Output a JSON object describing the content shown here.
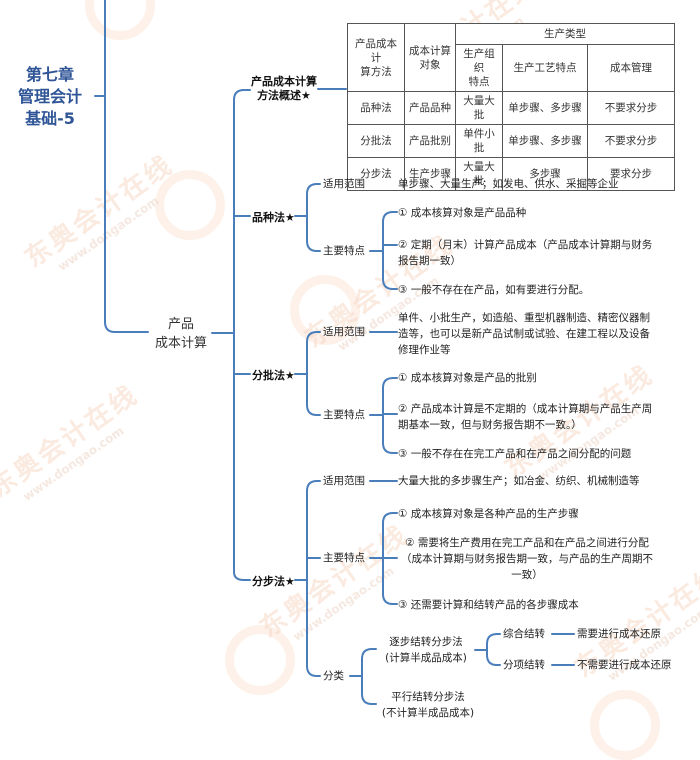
{
  "root": {
    "title_lines": [
      "第七章",
      "管理会计",
      "基础-5"
    ]
  },
  "topic": {
    "lines": [
      "产品",
      "成本计算"
    ]
  },
  "overview": {
    "label_lines": [
      "产品成本计算",
      "方法概述★"
    ],
    "table": {
      "header_group": "生产类型",
      "headers": [
        "产品成本计算方法",
        "成本计算对象",
        "生产组织特点",
        "生产工艺特点",
        "成本管理"
      ],
      "header_lines": {
        "method": [
          "产品成本计",
          "算方法"
        ],
        "object": [
          "成本计算",
          "对象"
        ],
        "org": [
          "生产组织",
          "特点"
        ]
      },
      "rows": [
        [
          "品种法",
          "产品品种",
          "大量大批",
          "单步骤、多步骤",
          "不要求分步"
        ],
        [
          "分批法",
          "产品批别",
          "单件小批",
          "单步骤、多步骤",
          "不要求分步"
        ],
        [
          "分步法",
          "生产步骤",
          "大量大批",
          "多步骤",
          "要求分步"
        ]
      ]
    }
  },
  "variety": {
    "label": "品种法★",
    "scope_label": "适用范围",
    "scope_text": "单步骤、大量生产；如发电、供水、采掘等企业",
    "features_label": "主要特点",
    "features": [
      "① 成本核算对象是产品品种",
      "② 定期（月末）计算产品成本（产品成本计算期与财务报告期一致）",
      "③ 一般不存在在产品，如有要进行分配。"
    ]
  },
  "batch": {
    "label": "分批法★",
    "scope_label": "适用范围",
    "scope_text": "单件、小批生产，如造船、重型机器制造、精密仪器制造等，也可以是新产品试制或试验、在建工程以及设备修理作业等",
    "features_label": "主要特点",
    "features": [
      "① 成本核算对象是产品的批别",
      "② 产品成本计算是不定期的（成本计算期与产品生产周期基本一致，但与财务报告期不一致。）",
      "③ 一般不存在在完工产品和在产品之间分配的问题"
    ]
  },
  "step": {
    "label": "分步法★",
    "scope_label": "适用范围",
    "scope_text": "大量大批的多步骤生产；如冶金、纺织、机械制造等",
    "features_label": "主要特点",
    "features": [
      "① 成本核算对象是各种产品的生产步骤",
      "② 需要将生产费用在完工产品和在产品之间进行分配（成本计算期与财务报告期一致，与产品的生产周期不一致）",
      "③ 还需要计算和结转产品的各步骤成本"
    ],
    "classification_label": "分类",
    "sequential": {
      "lines": [
        "逐步结转分步法",
        "(计算半成品成本)"
      ],
      "children": [
        {
          "label": "综合结转",
          "note": "需要进行成本还原"
        },
        {
          "label": "分项结转",
          "note": "不需要进行成本还原"
        }
      ]
    },
    "parallel": {
      "lines": [
        "平行结转分步法",
        "(不计算半成品成本)"
      ]
    }
  },
  "colors": {
    "line": "#4a7ebb",
    "root_text": "#2f5597",
    "watermark": "#f4c9a8"
  },
  "watermark": {
    "text": "东奥会计在线",
    "url_text": "www.dongao.com"
  }
}
